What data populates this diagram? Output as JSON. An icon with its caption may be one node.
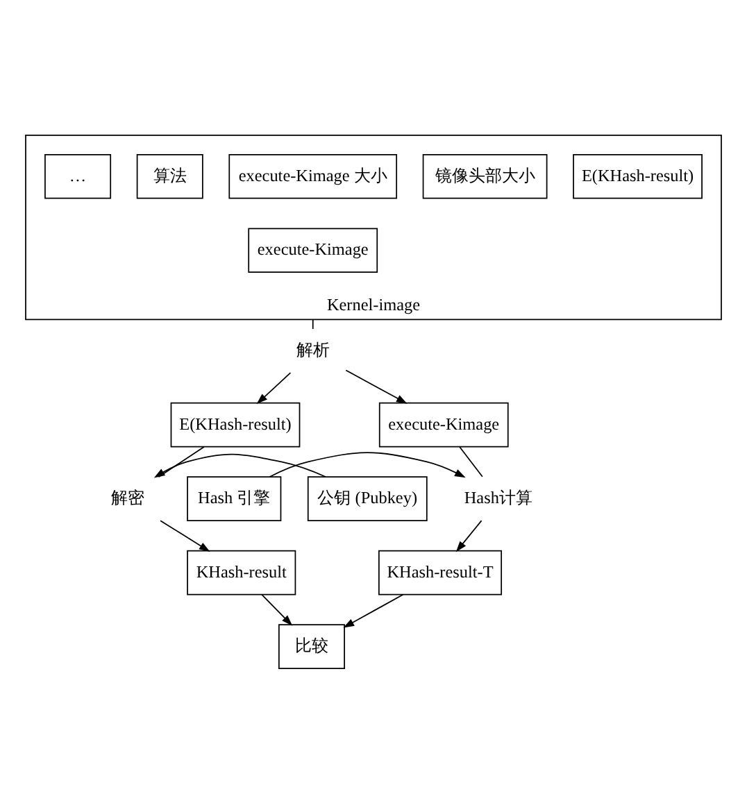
{
  "diagram": {
    "nodes": [
      {
        "text": [
          "Kernel-image"
        ]
      },
      {
        "text": [
          "E(KHash-result)"
        ],
        "in": 0
      },
      {
        "text": [
          "镜像头部大小"
        ],
        "in": 0
      },
      {
        "text": [
          "execute-Kimage 大小"
        ],
        "in": 0
      },
      {
        "text": [
          "算法"
        ],
        "in": 0
      },
      {
        "text": [
          "…"
        ],
        "in": 0
      },
      {
        "text": [
          "execute-Kimage"
        ],
        "in": 0
      },
      {
        "text": [
          "解析"
        ]
      },
      {
        "text": [
          "E(KHash-result)"
        ]
      },
      {
        "text": [
          "execute-Kimage"
        ]
      },
      {
        "text": [
          "公钥 (Pubkey)"
        ]
      },
      {
        "text": [
          "解密"
        ]
      },
      {
        "text": [
          "Hash计算"
        ]
      },
      {
        "text": [
          "Hash 引擎"
        ]
      },
      {
        "text": [
          "KHash-result"
        ]
      },
      {
        "text": [
          "KHash-result-T"
        ]
      },
      {
        "text": [
          "比较"
        ]
      }
    ],
    "edges": [
      {
        "from": 0,
        "to": 7,
        "arrow": "none"
      },
      {
        "from": 7,
        "to": 8,
        "arrow": "to"
      },
      {
        "from": 7,
        "to": 9,
        "arrow": "to"
      },
      {
        "from": 8,
        "to": 11,
        "arrow": "none"
      },
      {
        "from": 10,
        "to": 11,
        "arrow": "to"
      },
      {
        "from": 11,
        "to": 14,
        "arrow": "to"
      },
      {
        "from": 9,
        "to": 12,
        "arrow": "none"
      },
      {
        "from": 13,
        "to": 12,
        "arrow": "to"
      },
      {
        "from": 12,
        "to": 15,
        "arrow": "to"
      },
      {
        "from": 14,
        "to": 16,
        "arrow": "to"
      },
      {
        "from": 15,
        "to": 16,
        "arrow": "to"
      }
    ]
  }
}
